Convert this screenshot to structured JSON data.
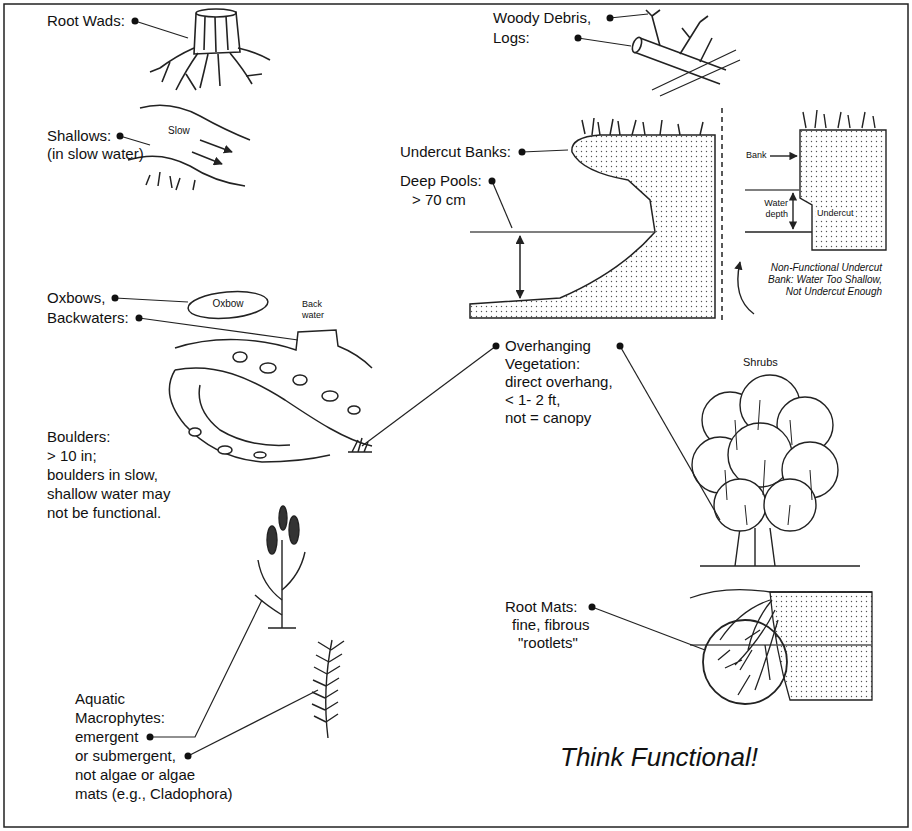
{
  "diagram": {
    "labels": [
      "Root Wads:",
      "Woody Debris,",
      "Logs:",
      "Shallows:",
      "(in slow water)",
      "Slow",
      "Undercut Banks:",
      "Deep Pools:",
      "> 70 cm",
      "Bank",
      "Water depth",
      "Undercut",
      "Non-Functional Undercut Bank: Water Too Shallow, Not Undercut Enough",
      "Oxbows,",
      "Backwaters:",
      "Oxbow",
      "Back water",
      "Overhanging",
      "Vegetation:",
      "direct overhang,",
      "< 1- 2 ft,",
      "not = canopy",
      "Shrubs",
      "Boulders:",
      "> 10 in;",
      "boulders in slow,",
      "shallow water may",
      "not be functional.",
      "Root Mats:",
      "fine, fibrous",
      "\"rootlets\"",
      "Aquatic",
      "Macrophytes:",
      "emergent",
      "or submergent,",
      "not algae or algae",
      "mats (e.g., Cladophora)",
      "Think Functional!"
    ]
  }
}
